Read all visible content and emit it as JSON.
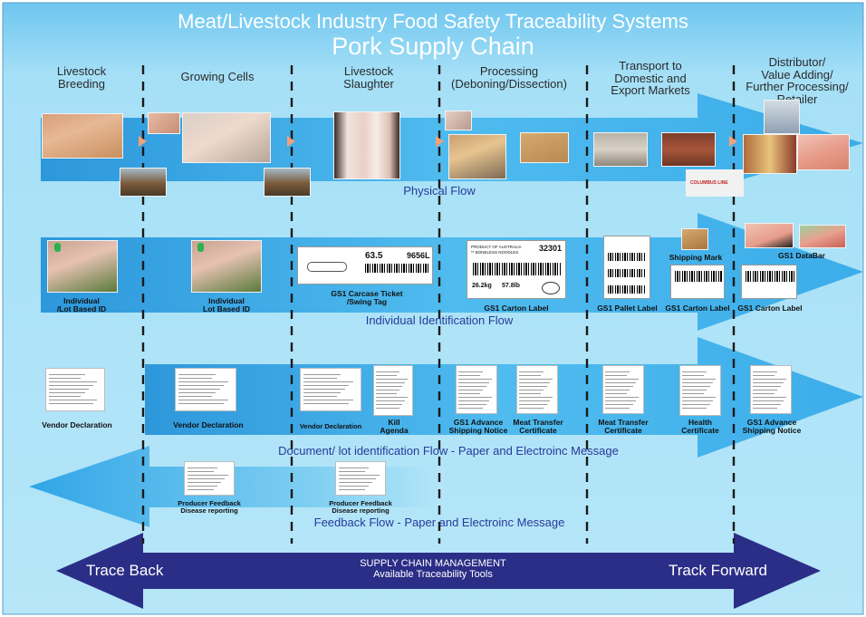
{
  "title_line1": "Meat/Livestock Industry Food Safety Traceability Systems",
  "title_line2": "Pork Supply Chain",
  "stages": {
    "breeding": "Livestock\nBreeding",
    "growing": "Growing Cells",
    "slaughter": "Livestock\nSlaughter",
    "processing": "Processing\n(Deboning/Dissection)",
    "transport": "Transport to\nDomestic and\nExport Markets",
    "distributor": "Distributor/\nValue Adding/\nFurther Processing/\nRetailer"
  },
  "flows": {
    "physical": "Physical Flow",
    "identification": "Individual Identification Flow",
    "document": "Document/ lot identification Flow - Paper and Electroinc Message",
    "feedback": "Feedback Flow - Paper and Electroinc Message"
  },
  "id_captions": {
    "id1": "Individual\n/Lot Based ID",
    "id2": "Individual\nLot Based ID",
    "carcase": "GS1 Carcase Ticket\n/Swing Tag",
    "carton1": "GS1 Carton Label",
    "pallet": "GS1 Pallet Label",
    "carton2": "GS1 Carton Label",
    "carton3": "GS1 Carton Label",
    "shipping_mark": "Shipping Mark",
    "databar": "GS1 DataBar"
  },
  "carcase_ticket": {
    "weight": "63.5",
    "code": "9656L"
  },
  "carton_label": {
    "number": "32301",
    "line1": "PRODUCT OF AUSTRALIA",
    "line2": "** BONELESS NOODLES",
    "weight_kg": "26.2kg",
    "weight_lb": "57.8lb"
  },
  "doc_captions": {
    "vd1": "Vendor Declaration",
    "vd2": "Vendor Declaration",
    "vd3": "Vendor Declaration",
    "kill": "Kill\nAgenda",
    "asn1": "GS1 Advance\nShipping Notice",
    "mtc1": "Meat Transfer\nCertificate",
    "mtc2": "Meat Transfer\nCertificate",
    "health": "Health\nCertificate",
    "asn2": "GS1 Advance\nShipping Notice"
  },
  "feedback_captions": {
    "fb1": "Producer Feedback\nDisease reporting",
    "fb2": "Producer Feedback\nDisease reporting"
  },
  "truck_text": "COLUMBUS LINE",
  "bottom": {
    "trace_back": "Trace Back",
    "track_forward": "Track Forward",
    "scm_line1": "SUPPLY CHAIN MANAGEMENT",
    "scm_line2": "Available Traceability Tools"
  },
  "colors": {
    "background": "#8ed6f4",
    "arrow": "#3fb3ec",
    "arrow_dark": "#1a86d0",
    "scm_band": "#2b2e86",
    "flow_text": "#283a9a"
  }
}
